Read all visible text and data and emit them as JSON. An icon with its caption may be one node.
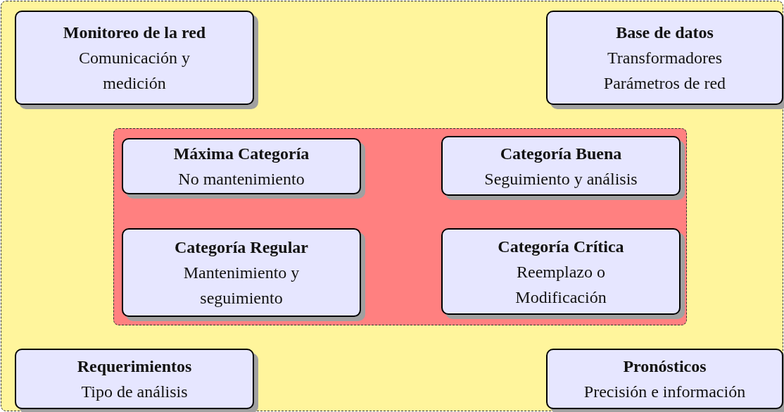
{
  "diagram": {
    "nodes": [
      {
        "text": [],
        "shape": "box"
      },
      {
        "text": [
          "Monitoreo de la red",
          "Comunicación y medición"
        ],
        "in": 0
      },
      {
        "text": [
          "Base de datos",
          "Transformadores Parámetros de red"
        ],
        "in": 0
      },
      {
        "text": [],
        "shape": "box",
        "in": 0
      },
      {
        "text": [
          "Máxima Categoría",
          "No mantenimiento"
        ],
        "in": 3
      },
      {
        "text": [
          "Categoría Buena",
          "Seguimiento y análisis"
        ],
        "in": 3
      },
      {
        "text": [
          "Categoría Regular",
          "Mantenimiento y seguimiento"
        ],
        "in": 3
      },
      {
        "text": [
          "Categoría Crítica",
          "Reemplazo o Modificación"
        ],
        "in": 3
      },
      {
        "text": [
          "Requerimientos",
          "Tipo de análisis"
        ],
        "in": 0
      },
      {
        "text": [
          "Pronósticos",
          "Precisión e información"
        ],
        "in": 0
      }
    ]
  }
}
